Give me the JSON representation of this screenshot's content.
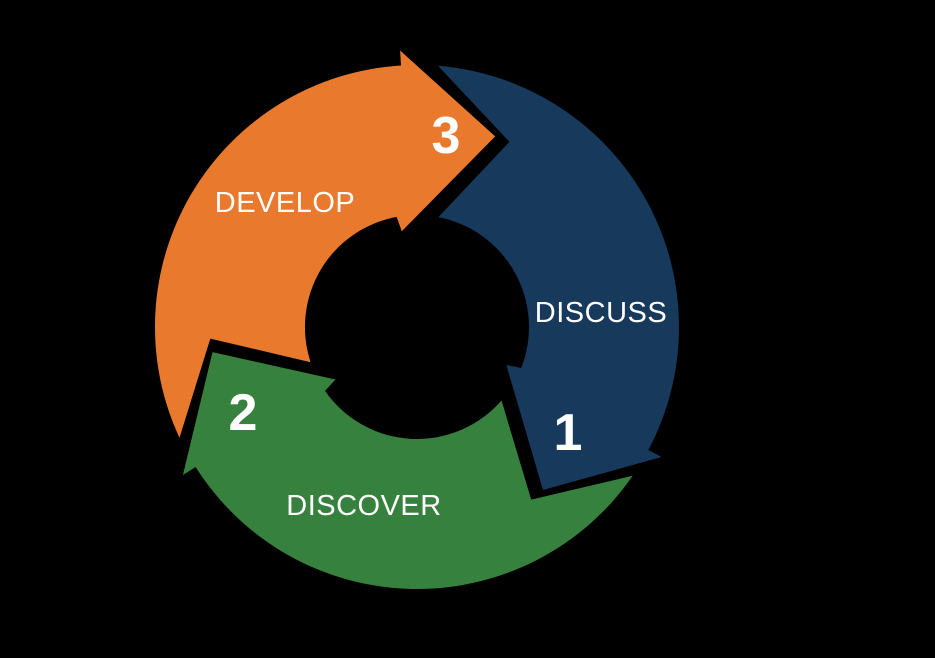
{
  "diagram": {
    "type": "cycle",
    "direction": "clockwise",
    "background_color": "#000000",
    "label_color": "#FFFFFF",
    "steps": [
      {
        "number": "1",
        "label": "DISCUSS",
        "color": "#17395C"
      },
      {
        "number": "2",
        "label": "DISCOVER",
        "color": "#37813F"
      },
      {
        "number": "3",
        "label": "DEVELOP",
        "color": "#E97A2D"
      }
    ]
  }
}
